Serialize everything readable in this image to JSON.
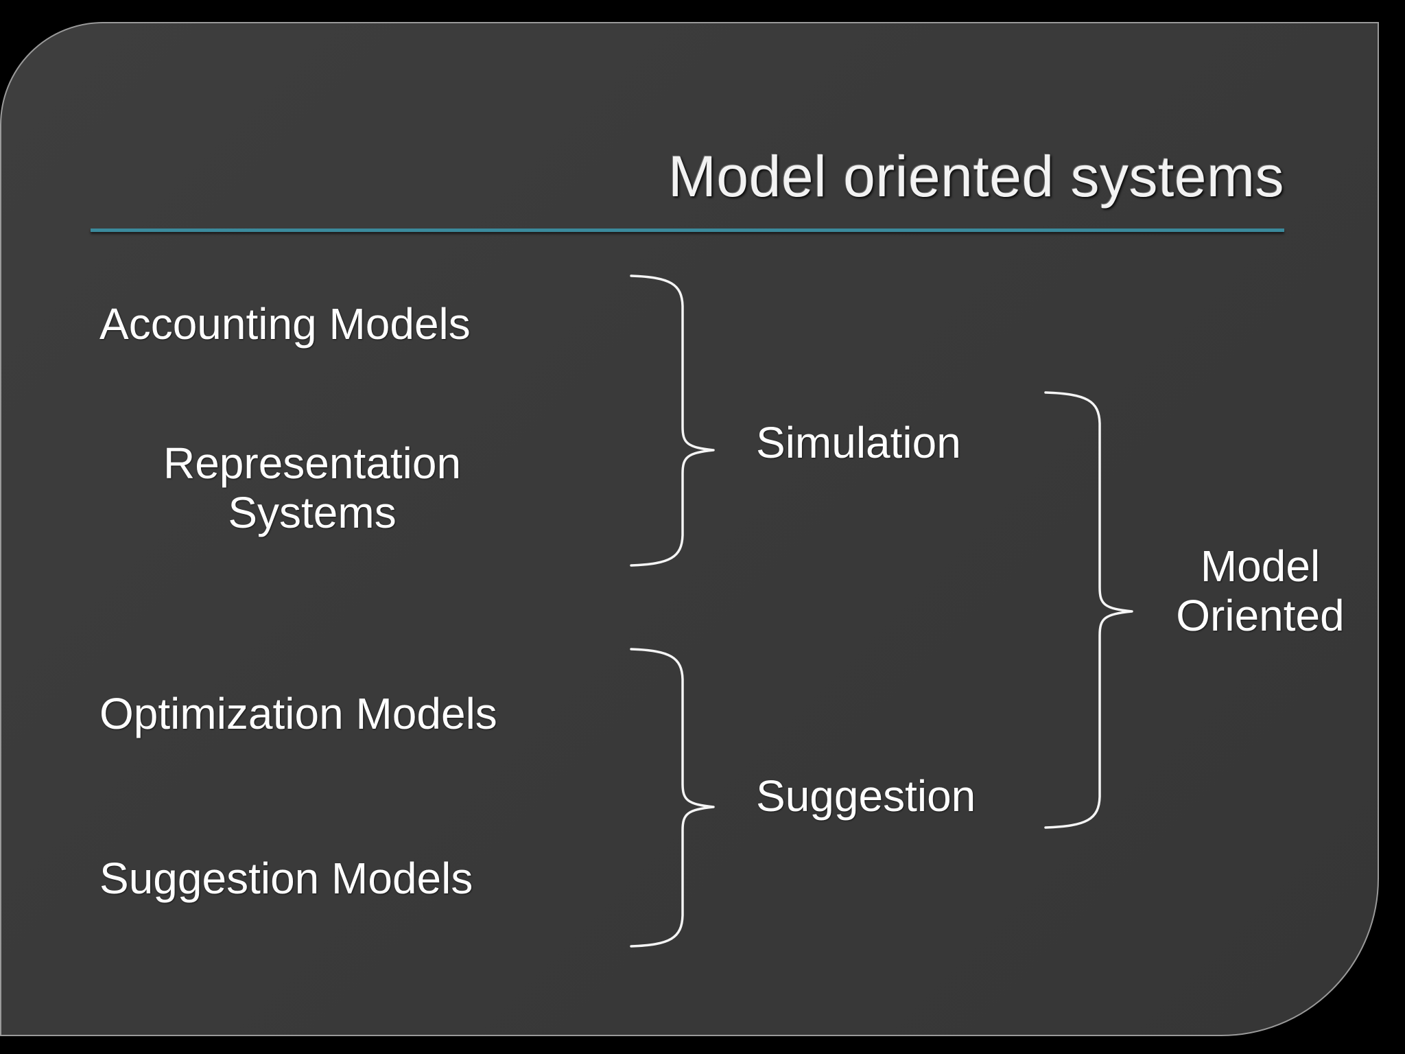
{
  "slide": {
    "title": "Model oriented systems",
    "background_color": "#3b3b3b",
    "page_background_color": "#000000",
    "border_color": "#9a9a9a",
    "rule_color": "#3b8a9c",
    "text_color": "#ffffff"
  },
  "diagram": {
    "type": "bracket-hierarchy",
    "orientation": "left-to-right",
    "level1": [
      {
        "id": "accounting-models",
        "label": "Accounting Models"
      },
      {
        "id": "representation-systems",
        "label": "Representation\nSystems"
      },
      {
        "id": "optimization-models",
        "label": "Optimization Models"
      },
      {
        "id": "suggestion-models",
        "label": "Suggestion Models"
      }
    ],
    "level2": [
      {
        "id": "simulation",
        "label": "Simulation",
        "groups": [
          "accounting-models",
          "representation-systems"
        ]
      },
      {
        "id": "suggestion",
        "label": "Suggestion",
        "groups": [
          "optimization-models",
          "suggestion-models"
        ]
      }
    ],
    "level3": [
      {
        "id": "model-oriented",
        "label": "Model\nOriented",
        "groups": [
          "simulation",
          "suggestion"
        ]
      }
    ],
    "braces": [
      {
        "id": "brace-simulation",
        "tip_label": "Simulation"
      },
      {
        "id": "brace-suggestion",
        "tip_label": "Suggestion"
      },
      {
        "id": "brace-model-oriented",
        "tip_label": "Model Oriented"
      }
    ]
  }
}
